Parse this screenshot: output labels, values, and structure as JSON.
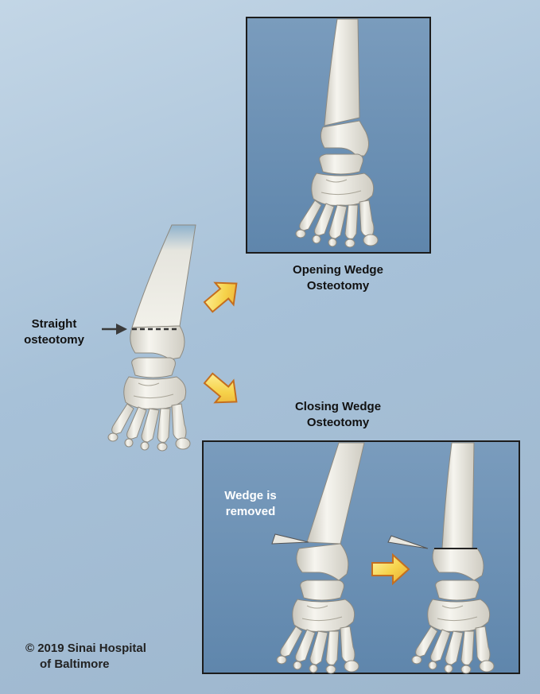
{
  "labels": {
    "straight_line1": "Straight",
    "straight_line2": "osteotomy",
    "opening_line1": "Opening Wedge",
    "opening_line2": "Osteotomy",
    "closing_line1": "Closing Wedge",
    "closing_line2": "Osteotomy",
    "wedge_line1": "Wedge is",
    "wedge_line2": "removed",
    "copyright_line1": "© 2019 Sinai Hospital",
    "copyright_line2": "of Baltimore"
  },
  "colors": {
    "background": "#b0c8dc",
    "panel_fill": "#6f93b6",
    "panel_border": "#1c1c1c",
    "bone": "#ecebe4",
    "arrow_yellow": "#f6d24a",
    "arrow_orange": "#d7822a",
    "pointer_arrow": "#3a3a3a"
  }
}
